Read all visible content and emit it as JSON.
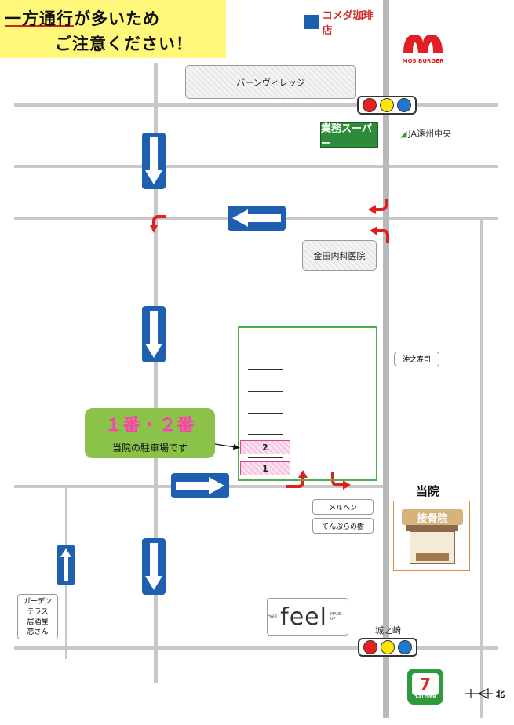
{
  "notice": {
    "line1_underlined": "一方通行",
    "line1_rest": "が多いため",
    "line2": "ご注意ください！"
  },
  "landmarks": {
    "barn_village": "バーンヴィレッジ",
    "komeda_logo": "コメダ珈琲店",
    "mos_burger_logo": "MOS BURGER",
    "gyomu_super": "業務スーパー",
    "ja": "JA遠州中央",
    "kaneda": "金田内科医院",
    "okinozushi": "沖之寿司",
    "meruhen": "メルヘン",
    "tenpura": "てんぷらの樹",
    "garden": [
      "ガーデン",
      "テラス",
      "居酒屋",
      "恋さん"
    ],
    "feel_main": "feel",
    "feel_left": "HAIR",
    "feel_right": "MAKE UP",
    "shironosaki": "城之崎",
    "seven_eleven": "7-ELEVEN",
    "touin_label": "当院",
    "sekkotsuin": "接骨院"
  },
  "parking": {
    "callout_big": "１番・２番",
    "callout_small": "当院の駐車場です",
    "slot2": "2",
    "slot1": "1"
  },
  "north": "北",
  "colors": {
    "road": "#c8c8c8",
    "one_way": "#1f5fb0",
    "turn_arrow": "#e02020",
    "lot_border": "#4caf50",
    "callout": "#8bc34a"
  }
}
